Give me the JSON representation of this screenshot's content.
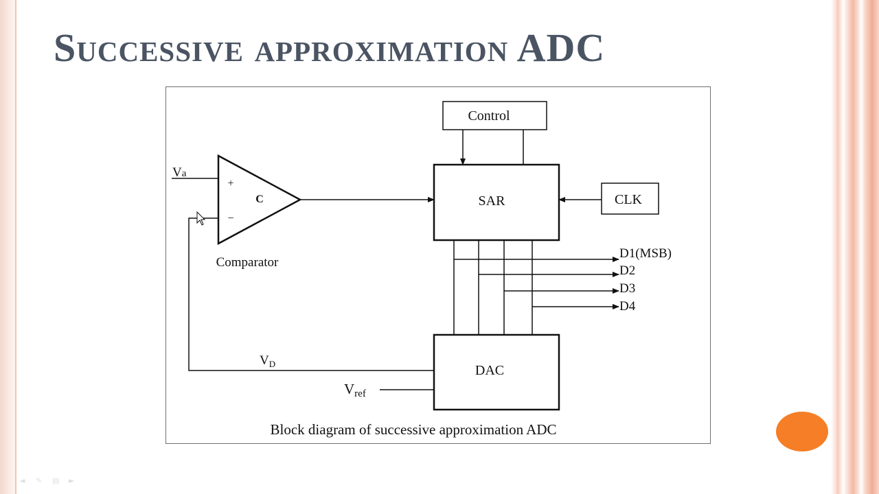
{
  "slide": {
    "title": "Successive approximation ADC"
  },
  "diagram": {
    "caption": "Block diagram of successive approximation ADC",
    "blocks": {
      "control": "Control",
      "sar": "SAR",
      "clk": "CLK",
      "dac": "DAC",
      "comparator_symbol": "C",
      "comparator_label": "Comparator"
    },
    "comparator_inputs": {
      "plus": "+",
      "minus": "−"
    },
    "signals": {
      "va_main": "V",
      "va_sub": "a",
      "vd_main": "V",
      "vd_sub": "D",
      "vref_main": "V",
      "vref_sub": "ref"
    },
    "outputs": [
      "D1(MSB)",
      "D2",
      "D3",
      "D4"
    ]
  },
  "colors": {
    "accent": "#f57e26",
    "title": "#4a5463",
    "stripe": "#f3b9a5"
  },
  "icons": [
    "mouse-pointer-icon",
    "orange-circle"
  ]
}
